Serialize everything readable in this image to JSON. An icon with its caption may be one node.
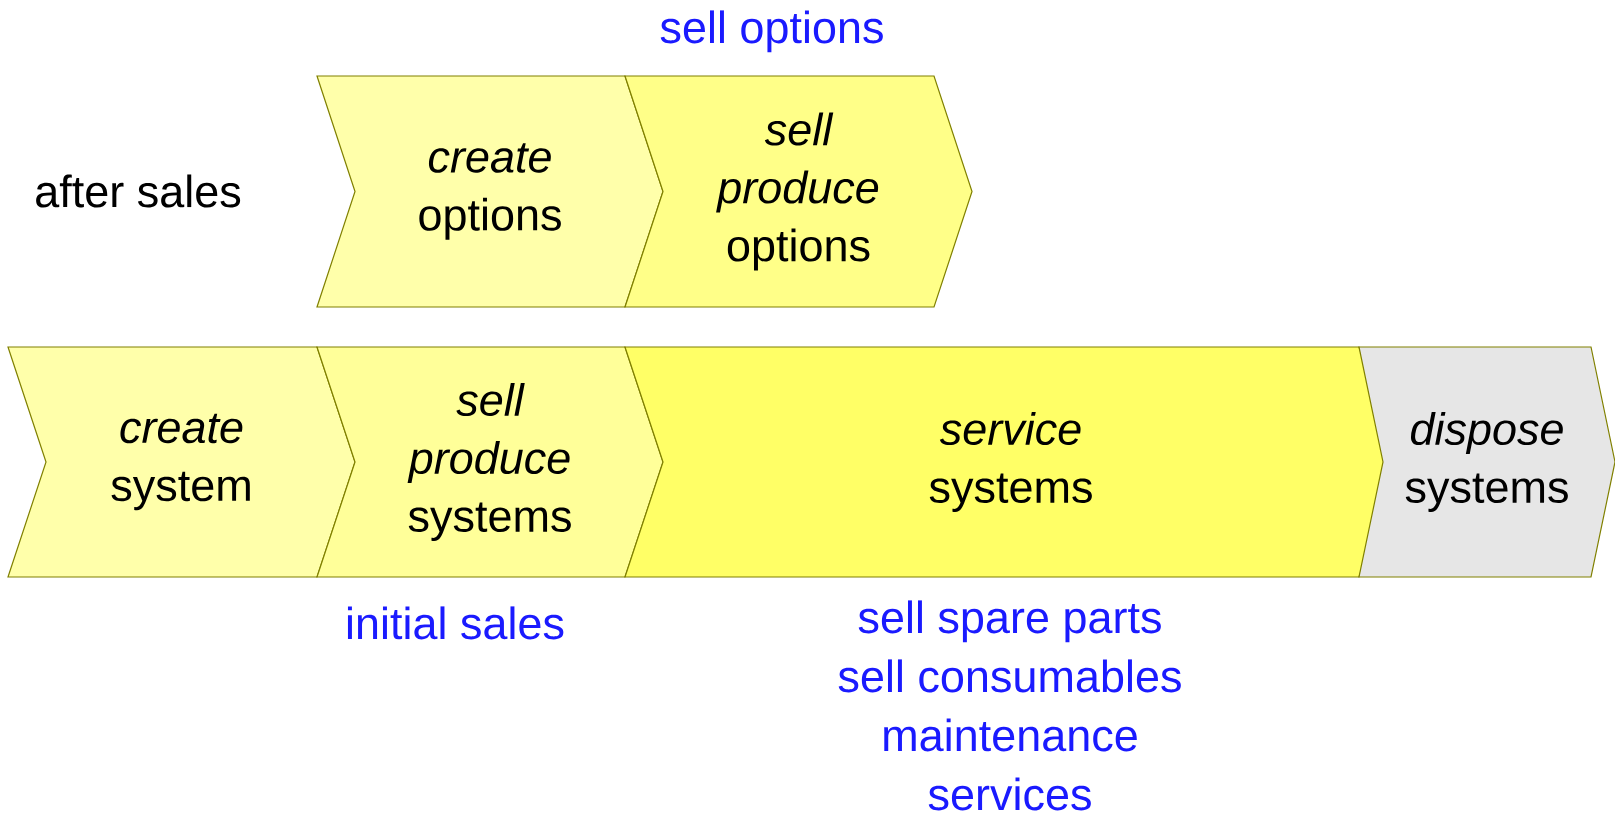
{
  "diagram": {
    "nodes": [
      {
        "text": [
          "create",
          "options"
        ]
      },
      {
        "text": [
          "sell produce",
          "options"
        ],
        "beside": [
          "sell options"
        ]
      },
      {
        "text": [
          "create",
          "system"
        ]
      },
      {
        "text": [
          "sell produce",
          "systems"
        ],
        "beside": [
          "initial sales"
        ]
      },
      {
        "text": [
          "service",
          "systems"
        ],
        "beside": [
          "sell spare parts",
          "sell consumables",
          "maintenance",
          "services"
        ]
      },
      {
        "text": [
          "dispose",
          "systems"
        ]
      }
    ],
    "labels": [
      "after sales"
    ]
  }
}
